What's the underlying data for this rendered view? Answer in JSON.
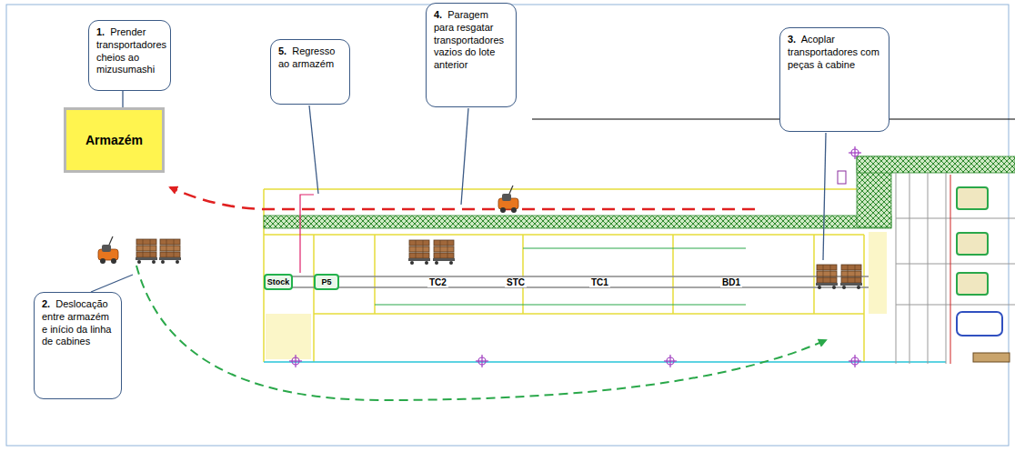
{
  "diagram": {
    "nodes": [
      {
        "text": [
          "1.",
          "Prender transportadores cheios ao mizusumashi"
        ]
      },
      {
        "text": [
          "5.",
          "Regresso ao armazém"
        ]
      },
      {
        "text": [
          "4.",
          "Paragem para resgatar transportadores vazios do lote anterior"
        ]
      },
      {
        "text": [
          "3.",
          "Acoplar transportadores com peças à cabine"
        ]
      },
      {
        "text": [
          "Armazém"
        ]
      },
      {
        "text": [
          "2.",
          "Deslocação entre armazém e início da linha de cabines"
        ]
      },
      {
        "text": [
          "Stock"
        ]
      },
      {
        "text": [
          "P5"
        ]
      }
    ],
    "labels": [
      "TC2",
      "STC",
      "TC1",
      "BD1"
    ]
  }
}
